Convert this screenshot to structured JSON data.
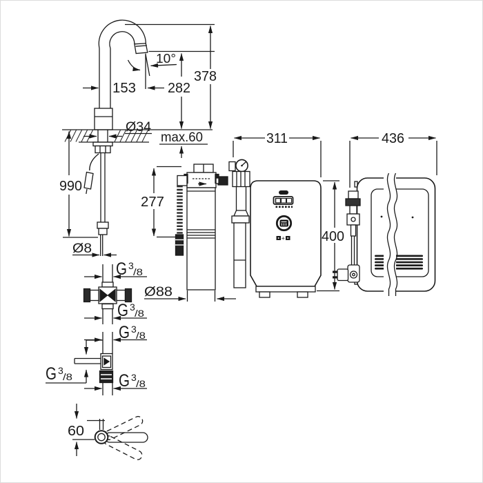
{
  "colors": {
    "line": "#1a1a1a",
    "background": "#ffffff"
  },
  "dims": {
    "spout_angle": "10°",
    "spout_reach": "153",
    "outlet_height": "282",
    "total_height": "378",
    "shank_diameter": "Ø34",
    "counter_thickness_max": "max.60",
    "supply_length": "990",
    "supply_hose_diameter": "Ø8",
    "filter_height": "277",
    "filter_diameter": "Ø88",
    "cooler_width": "311",
    "cooler_height": "400",
    "cooler_depth": "436",
    "lever_offset": "60"
  },
  "thread": {
    "g": "G",
    "sup": "3",
    "frac": "/8"
  },
  "icons": {
    "plus": "+"
  }
}
